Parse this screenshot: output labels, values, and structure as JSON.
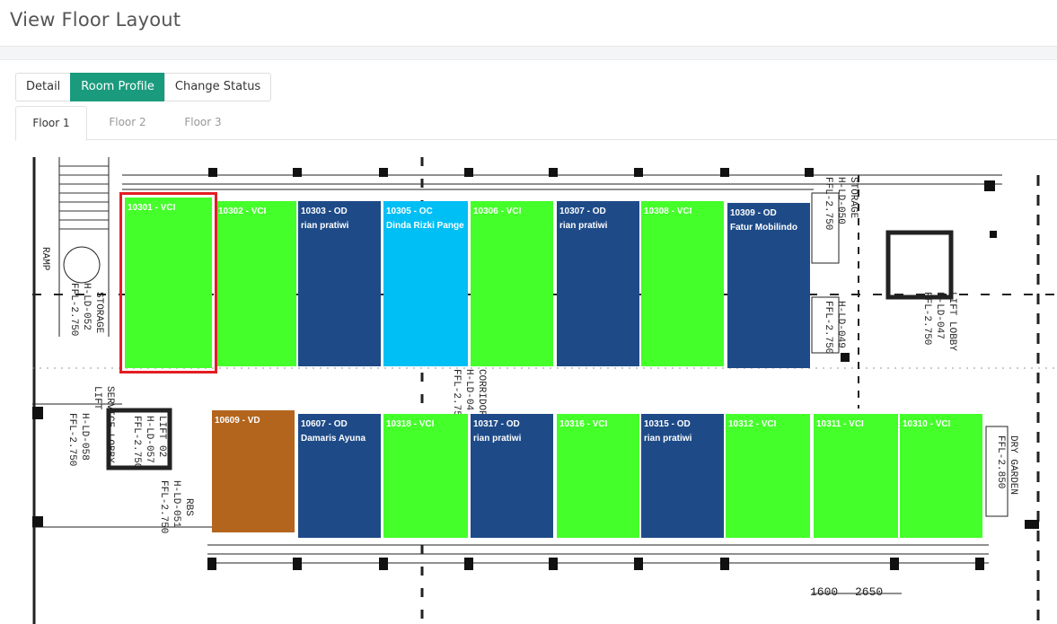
{
  "page": {
    "title": "View Floor Layout"
  },
  "actions": [
    "Detail",
    "Room Profile",
    "Change Status"
  ],
  "floors": [
    "Floor 1",
    "Floor 2",
    "Floor 3"
  ],
  "status_colors": {
    "VCI": "#44ff2a",
    "OD": "#1e4b88",
    "OC": "#00bff5",
    "VD": "#b3651e"
  },
  "selection_color": "#e31e24",
  "plan_labels": [
    "RAMP",
    "STORAGE",
    "H-LD-052",
    "FFL-2.750",
    "LIFT",
    "SERVICE LOBBY",
    "H-LD-058",
    "FFL-2.750",
    "LIFT 02",
    "H-LD-057",
    "FFL-2.750",
    "RBS",
    "H-LD-051",
    "FFL-2.750",
    "CORRIDOR",
    "H-LD-04",
    "FFL-2.75",
    "STORAGE",
    "H-LD-050",
    "FFL-2.750",
    "H-LD-049",
    "FFL-2.750",
    "LIFT LOBBY",
    "H-LD-047",
    "FFL-2.750",
    "DRY GARDEN",
    "FFL-2.850",
    "1600",
    "2650"
  ],
  "rooms": [
    {
      "number": "10301",
      "status": "VCI",
      "line1": "10301 - VCI",
      "line2": ""
    },
    {
      "number": "10302",
      "status": "VCI",
      "line1": "10302 - VCI",
      "line2": ""
    },
    {
      "number": "10303",
      "status": "OD",
      "line1": "10303 - OD",
      "line2": "rian pratiwi"
    },
    {
      "number": "10305",
      "status": "OC",
      "line1": "10305 - OC",
      "line2": "Dinda Rizki Pange"
    },
    {
      "number": "10306",
      "status": "VCI",
      "line1": "10306 - VCI",
      "line2": ""
    },
    {
      "number": "10307",
      "status": "OD",
      "line1": "10307 - OD",
      "line2": "rian pratiwi"
    },
    {
      "number": "10308",
      "status": "VCI",
      "line1": "10308 - VCI",
      "line2": ""
    },
    {
      "number": "10309",
      "status": "OD",
      "line1": "10309 - OD",
      "line2": "Fatur Mobilindo"
    },
    {
      "number": "10609",
      "status": "VD",
      "line1": "10609 - VD",
      "line2": ""
    },
    {
      "number": "10607",
      "status": "OD",
      "line1": "10607 - OD",
      "line2": "Damaris Ayuna"
    },
    {
      "number": "10318",
      "status": "VCI",
      "line1": "10318 - VCI",
      "line2": ""
    },
    {
      "number": "10317",
      "status": "OD",
      "line1": "10317 - OD",
      "line2": "rian pratiwi"
    },
    {
      "number": "10316",
      "status": "VCI",
      "line1": "10316 - VCI",
      "line2": ""
    },
    {
      "number": "10315",
      "status": "OD",
      "line1": "10315 - OD",
      "line2": "rian pratiwi"
    },
    {
      "number": "10312",
      "status": "VCI",
      "line1": "10312 - VCI",
      "line2": ""
    },
    {
      "number": "10311",
      "status": "VCI",
      "line1": "10311 - VCI",
      "line2": ""
    },
    {
      "number": "10310",
      "status": "VCI",
      "line1": "10310 - VCI",
      "line2": ""
    }
  ],
  "selected_room": "10301"
}
